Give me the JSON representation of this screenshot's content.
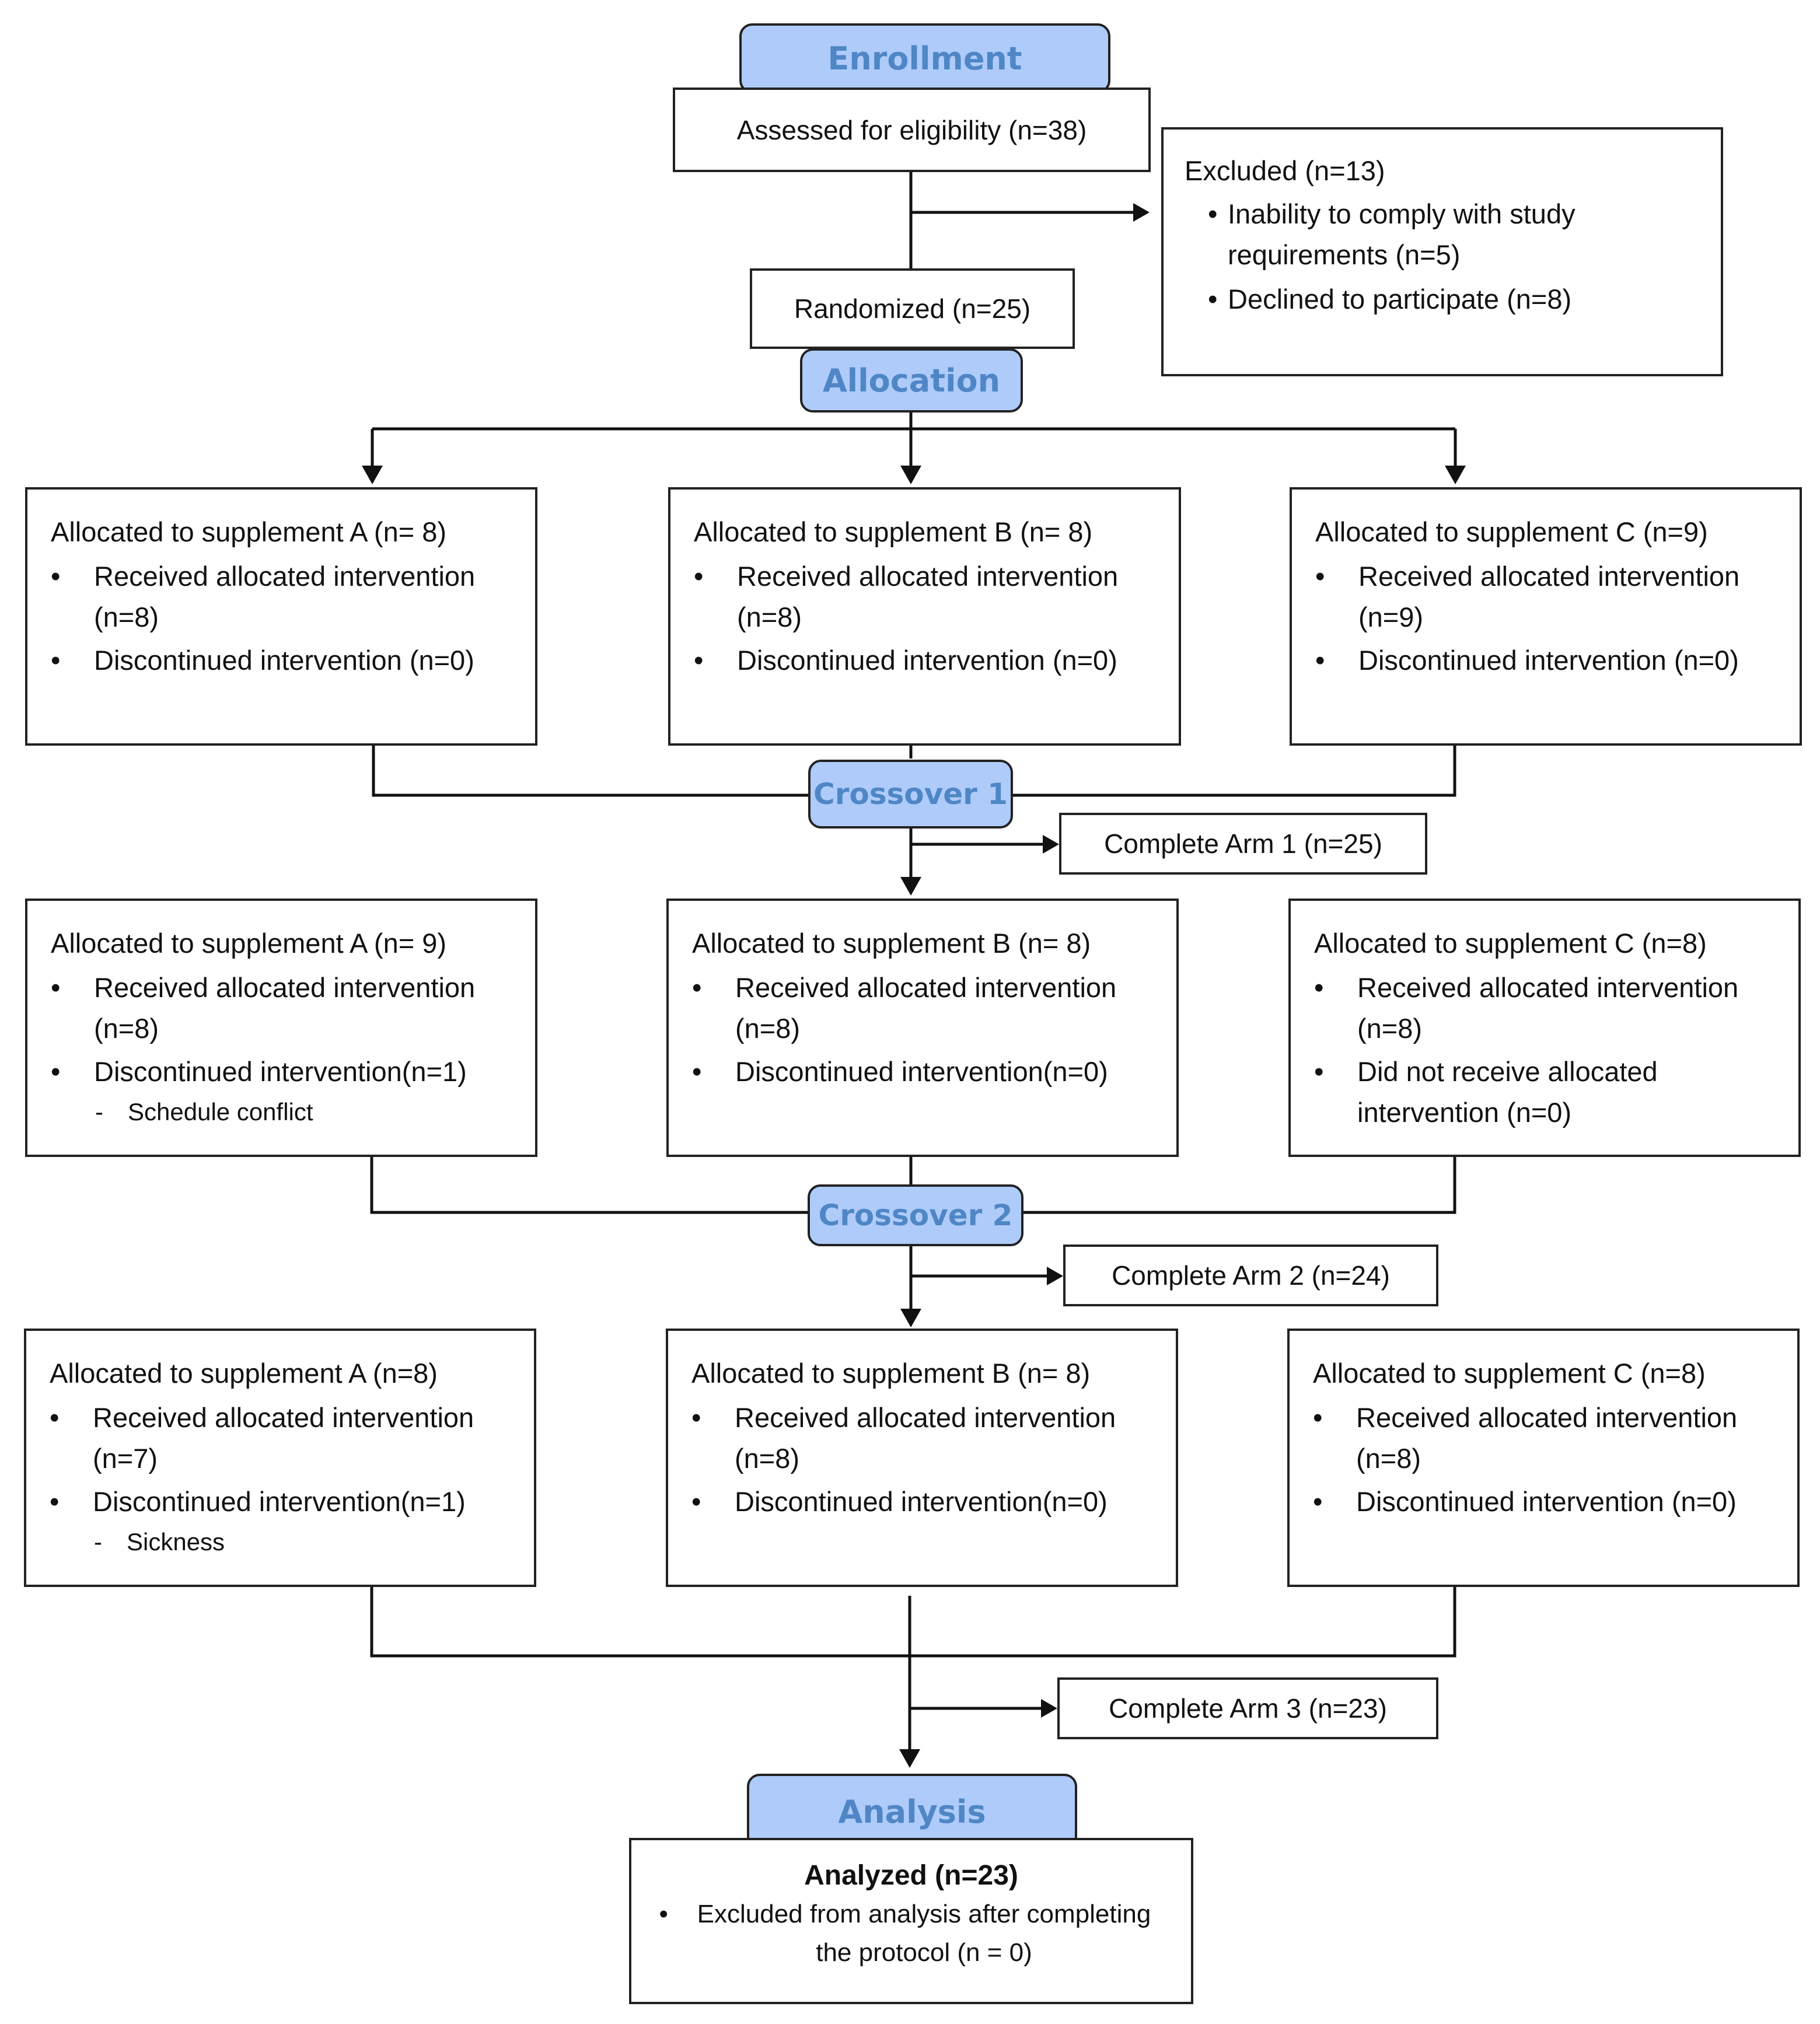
{
  "headers": {
    "enrollment": "Enrollment",
    "allocation": "Allocation",
    "crossover1": "Crossover 1",
    "crossover2": "Crossover 2",
    "analysis": "Analysis"
  },
  "enrollment": {
    "assessed": "Assessed for eligibility (n=38)",
    "excluded_title": "Excluded (n=13)",
    "excluded_items": [
      "Inability to comply with study requirements (n=5)",
      "Declined to participate (n=8)"
    ],
    "randomized": "Randomized (n=25)"
  },
  "period1": {
    "a": {
      "title": "Allocated to supplement A (n= 8)",
      "items": [
        "Received allocated intervention (n=8)",
        "Discontinued intervention (n=0)"
      ]
    },
    "b": {
      "title": "Allocated to supplement B (n= 8)",
      "items": [
        "Received allocated intervention (n=8)",
        "Discontinued intervention (n=0)"
      ]
    },
    "c": {
      "title": "Allocated to supplement C (n=9)",
      "items": [
        "Received allocated intervention (n=9)",
        "Discontinued intervention (n=0)"
      ]
    },
    "complete": "Complete Arm 1 (n=25)"
  },
  "period2": {
    "a": {
      "title": "Allocated to supplement A (n= 9)",
      "items": [
        "Received allocated intervention (n=8)",
        "Discontinued intervention(n=1)"
      ],
      "sub": "Schedule conflict"
    },
    "b": {
      "title": "Allocated to supplement B (n= 8)",
      "items": [
        "Received allocated intervention (n=8)",
        "Discontinued intervention(n=0)"
      ]
    },
    "c": {
      "title": "Allocated to supplement C (n=8)",
      "items": [
        "Received allocated intervention (n=8)",
        "Did not receive allocated intervention (n=0)"
      ]
    },
    "complete": "Complete Arm 2 (n=24)"
  },
  "period3": {
    "a": {
      "title": "Allocated to supplement A (n=8)",
      "items": [
        "Received allocated intervention (n=7)",
        "Discontinued intervention(n=1)"
      ],
      "sub": "Sickness"
    },
    "b": {
      "title": "Allocated to supplement B (n= 8)",
      "items": [
        "Received allocated intervention (n=8)",
        "Discontinued intervention(n=0)"
      ]
    },
    "c": {
      "title": "Allocated to supplement C (n=8)",
      "items": [
        "Received allocated intervention (n=8)",
        "Discontinued intervention (n=0)"
      ]
    },
    "complete": "Complete Arm 3 (n=23)"
  },
  "analysis": {
    "analyzed": "Analyzed (n=23)",
    "note": "Excluded from analysis after completing the protocol (n = 0)"
  }
}
